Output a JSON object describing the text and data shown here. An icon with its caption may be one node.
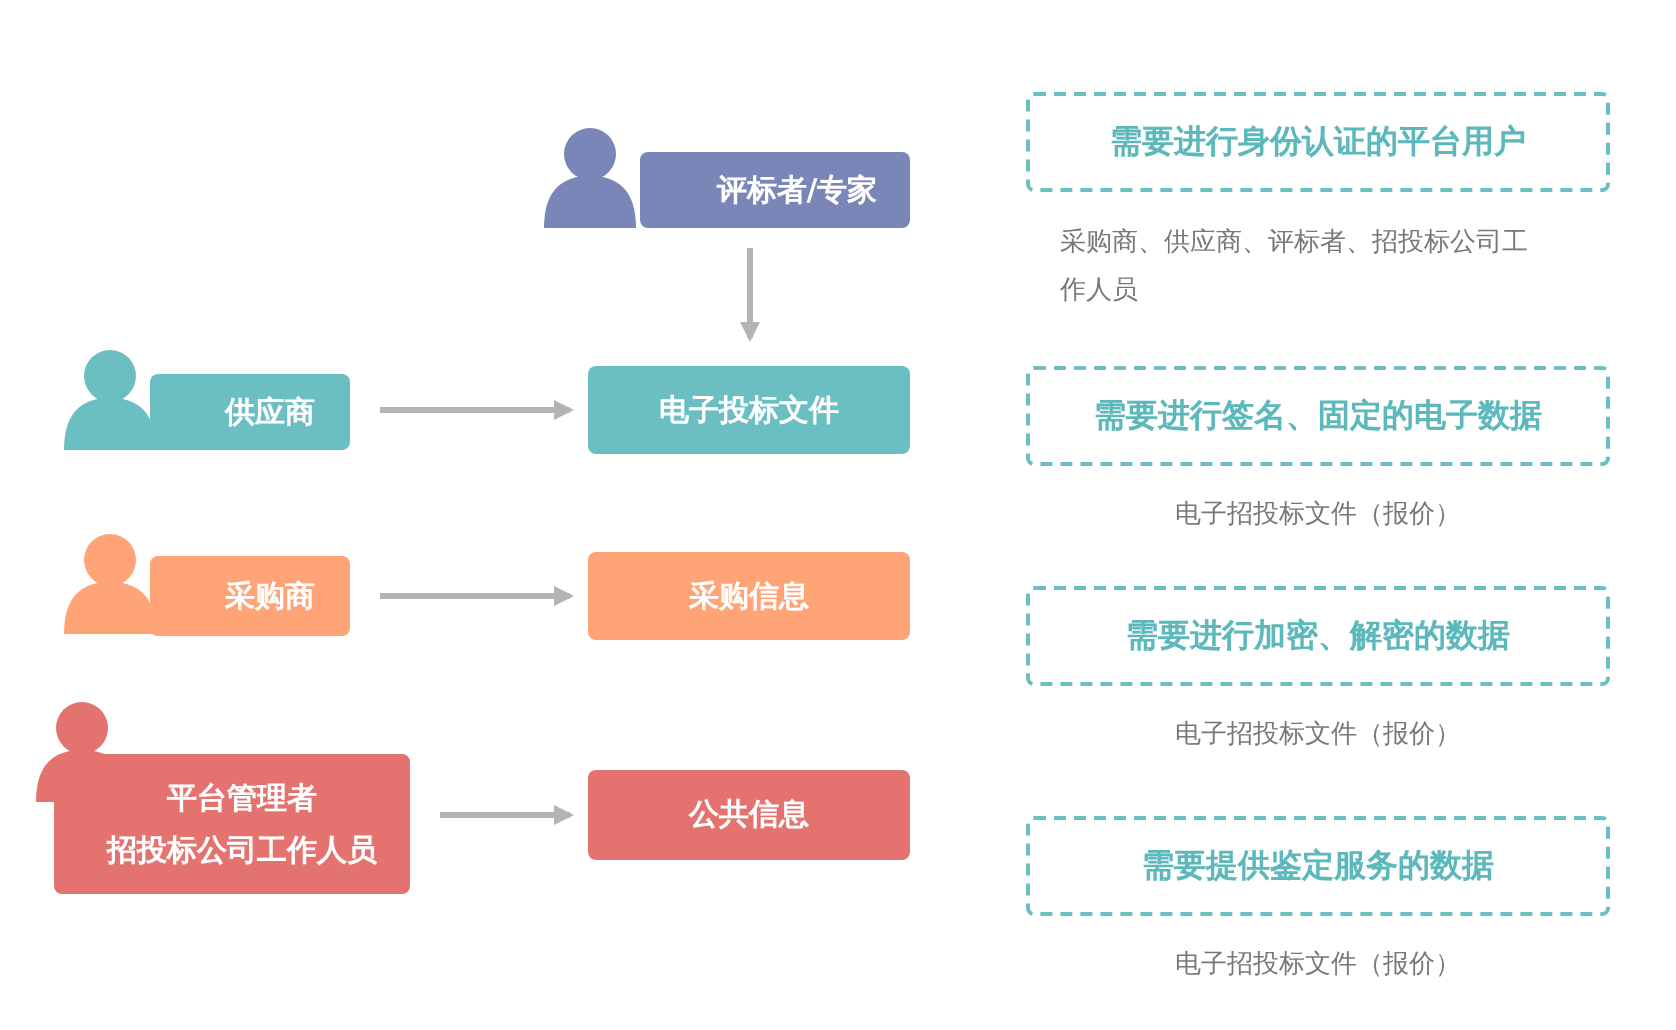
{
  "diagram": {
    "nodes": [
      {
        "text": [
          "评标者/专家"
        ]
      },
      {
        "text": [
          "供应商"
        ]
      },
      {
        "text": [
          "采购商"
        ]
      },
      {
        "text": [
          "平台管理者",
          "招投标公司工作人员"
        ]
      },
      {
        "text": [
          "电子投标文件"
        ]
      },
      {
        "text": [
          "采购信息"
        ]
      },
      {
        "text": [
          "公共信息"
        ]
      },
      {
        "text": [
          "需要进行身份认证的平台用户"
        ],
        "beside": [
          "采购商、供应商、评标者、招投标公司工作人员"
        ]
      },
      {
        "text": [
          "需要进行签名、固定的电子数据"
        ],
        "beside": [
          "电子招投标文件（报价）"
        ]
      },
      {
        "text": [
          "需要进行加密、解密的数据"
        ],
        "beside": [
          "电子招投标文件（报价）"
        ]
      },
      {
        "text": [
          "需要提供鉴定服务的数据"
        ],
        "beside": [
          "电子招投标文件（报价）"
        ]
      }
    ],
    "edges": [
      {
        "from": 0,
        "to": 4,
        "arrow": "to"
      },
      {
        "from": 1,
        "to": 4,
        "arrow": "to"
      },
      {
        "from": 2,
        "to": 5,
        "arrow": "to"
      },
      {
        "from": 3,
        "to": 6,
        "arrow": "to"
      }
    ]
  }
}
